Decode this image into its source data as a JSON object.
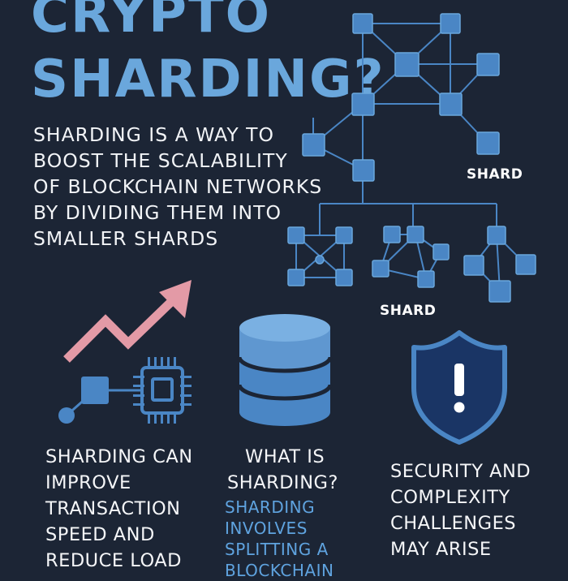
{
  "title": {
    "line1": "CRYPTO",
    "line2": "SHARDING?"
  },
  "intro": {
    "lines": [
      "SHARDING IS A WAY TO",
      "BOOST THE SCALABILITY",
      "OF BLOCKCHAIN NETWORKS",
      "BY DIVIDING THEM INTO",
      "SMALLER SHARDS"
    ]
  },
  "diagram": {
    "shard_label_top": "SHARD",
    "shard_label_bottom": "SHARD"
  },
  "columns": {
    "left": {
      "lines": [
        "SHARDING CAN",
        "IMPROVE",
        "TRANSACTION",
        "SPEED AND",
        "REDUCE LOAD"
      ]
    },
    "middle": {
      "heading_lines": [
        "WHAT IS",
        "SHARDING?"
      ],
      "sub_lines": [
        "SHARDING",
        "INVOLVES",
        "SPLITTING A",
        "BLOCKCHAIN"
      ]
    },
    "right": {
      "lines": [
        "SECURITY AND",
        "COMPLEXITY",
        "CHALLENGES",
        "MAY ARISE"
      ]
    }
  },
  "colors": {
    "background": "#1c2535",
    "accent_blue": "#6aa7dc",
    "node_blue": "#4a86c5",
    "arrow_pink": "#e39aa6"
  }
}
